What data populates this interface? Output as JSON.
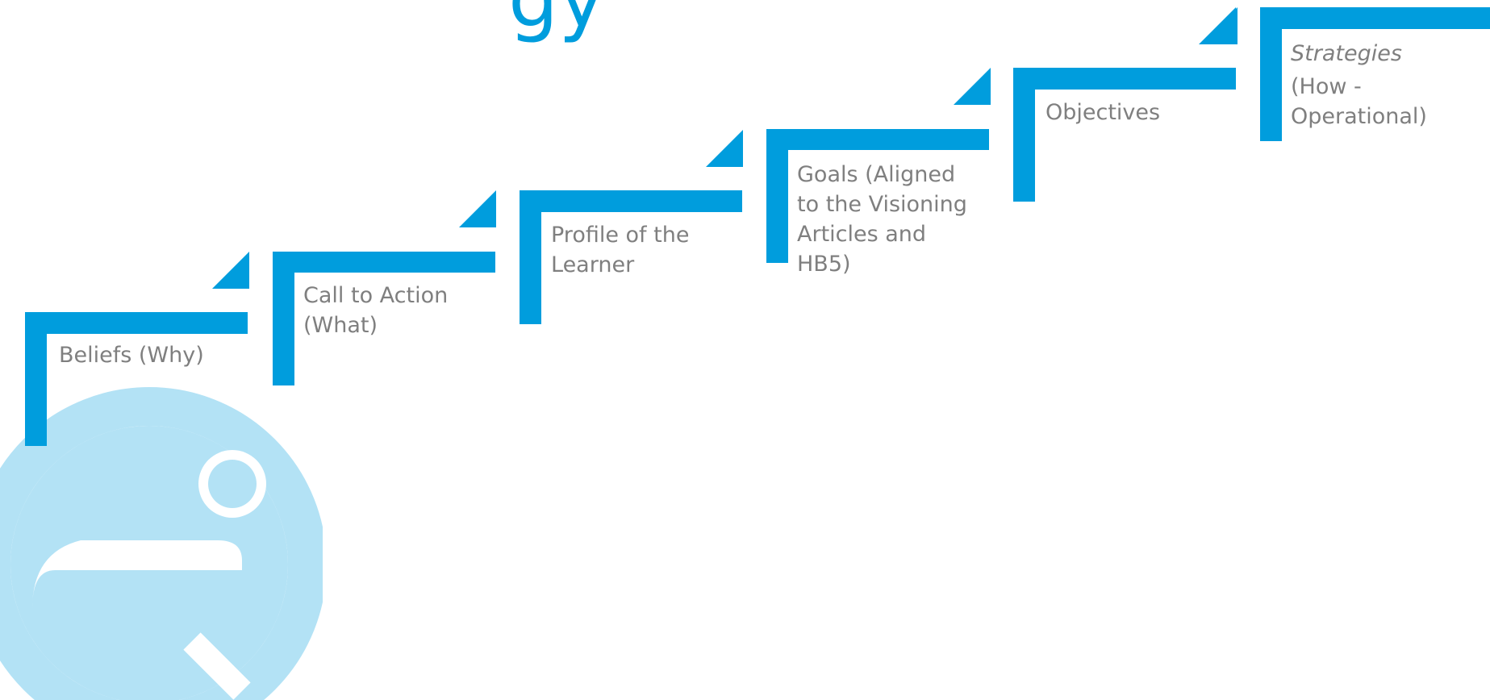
{
  "title_fragment": "gy",
  "steps": [
    {
      "label": "Beliefs (Why)",
      "label_italic": false
    },
    {
      "label": "Call to Action\n(What)",
      "label_italic": false
    },
    {
      "label": "Profile of the\nLearner",
      "label_italic": false
    },
    {
      "label": "Goals (Aligned\nto the Visioning\nArticles and\nHB5)",
      "label_italic": false
    },
    {
      "label": "Objectives",
      "label_italic": false
    },
    {
      "label": "Strategies",
      "label_italic": true,
      "sublabel": "(How -\nOperational)"
    }
  ],
  "colors": {
    "accent": "#009ddd",
    "text": "#7f7f7f",
    "logo": "#b3e2f5",
    "background": "#ffffff"
  }
}
